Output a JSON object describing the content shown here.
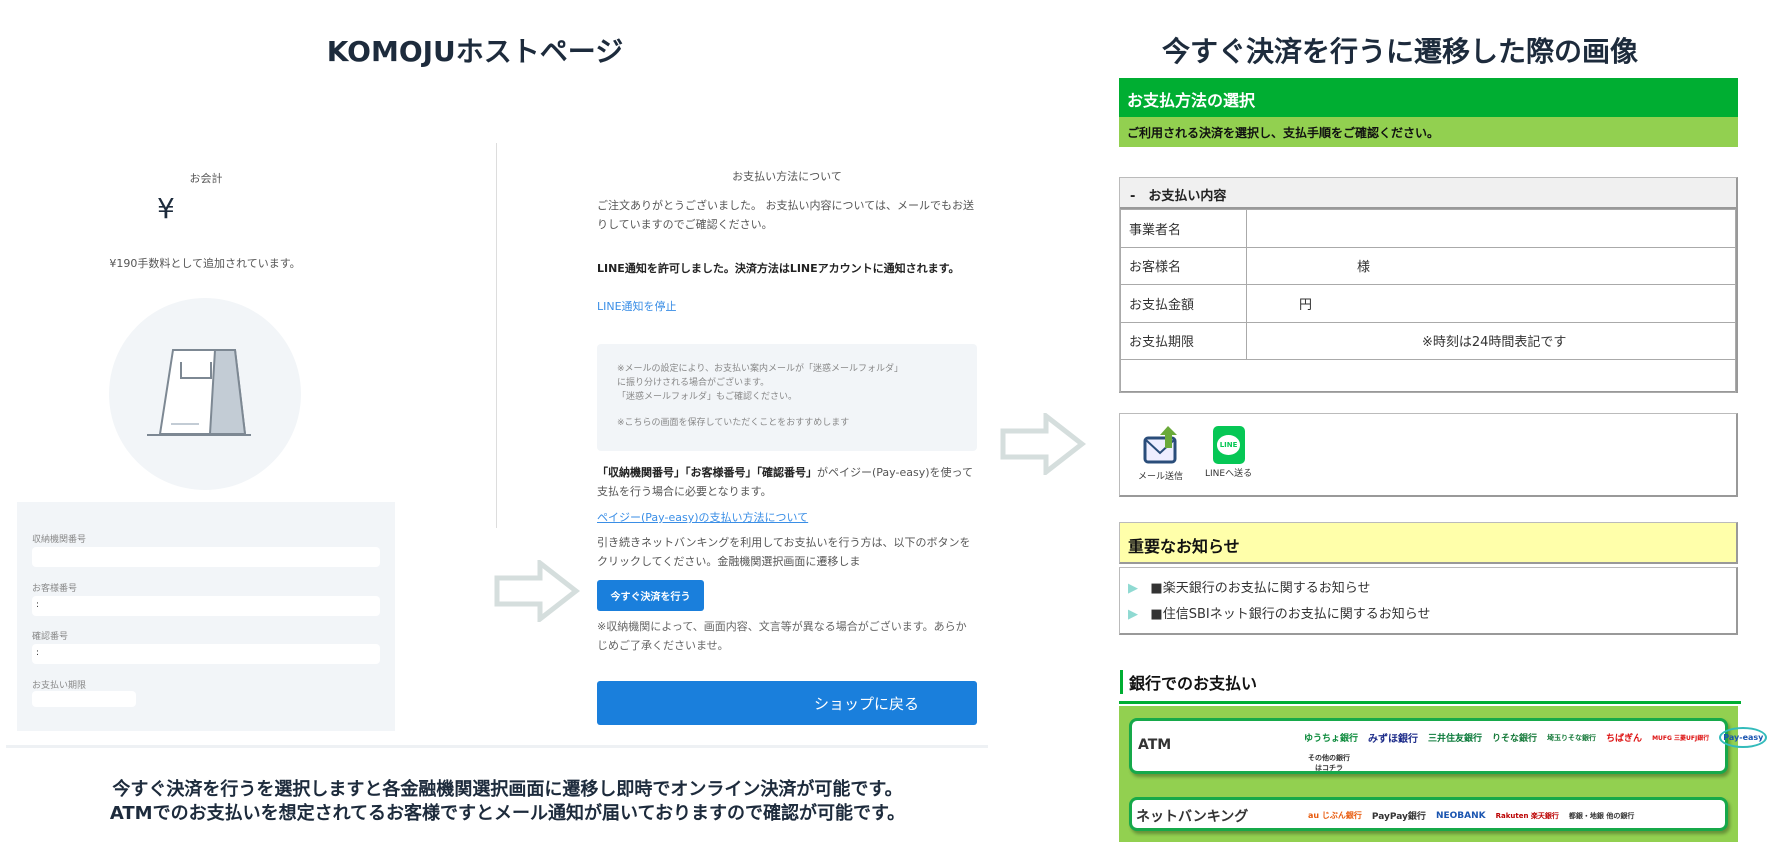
{
  "left_title": "KOMOJUホストページ",
  "right_title": "今すぐ決済を行うに遷移した際の画像",
  "komoju": {
    "checkout_label": "お会計",
    "amount": "¥",
    "fee_note": "¥190手数料として追加されています。",
    "fields": [
      {
        "label": "収納機関番号",
        "value": ""
      },
      {
        "label": "お客様番号",
        "value": ":"
      },
      {
        "label": "確認番号",
        "value": ":"
      },
      {
        "label": "お支払い期限",
        "value": ""
      }
    ],
    "payment_title": "お支払い方法について",
    "thanks": "ご注文ありがとうございました。 お支払い内容については、メールでもお送りしていますのでご確認ください。",
    "line_allowed": "LINE通知を許可しました。決済方法はLINEアカウントに通知されます。",
    "line_stop": "LINE通知を停止",
    "notice_lines": [
      "※メールの設定により、お支払い案内メールが「迷惑メールフォルダ」",
      "に振り分けされる場合がございます。",
      "「迷惑メールフォルダ」もご確認ください。"
    ],
    "notice_save": "※こちらの画面を保存していただくことをおすすめします",
    "required_bold": "「収納機関番号」「お客様番号」「確認番号」",
    "required_rest": "がペイジー(Pay-easy)を使って支払を行う場合に必要となります。",
    "payeasy_link": "ペイジー(Pay-easy)の支払い方法について",
    "netbank_text": "引き続きネットバンキングを利用してお支払いを行う方は、以下のボタンをクリックしてください。金融機関選択画面に遷移しま",
    "pay_now_button": "今すぐ決済を行う",
    "disclaimer": "※収納機関によって、画面内容、文言等が異なる場合がございます。あらかじめご了承くださいませ。",
    "back_button": "ショップに戻る"
  },
  "caption": [
    "今すぐ決済を行うを選択しますと各金融機関選択画面に遷移し即時でオンライン決済が可能です。",
    "ATMでのお支払いを想定されてるお客様ですとメール通知が届いておりますので確認が可能です。"
  ],
  "select": {
    "header": "お支払方法の選択",
    "subheader": "ご利用される決済を選択し、支払手順をご確認ください。",
    "details_header": "-　お支払い内容",
    "rows": [
      {
        "label": "事業者名",
        "value": ""
      },
      {
        "label": "お客様名",
        "value": "様"
      },
      {
        "label": "お支払金額",
        "value": "円"
      },
      {
        "label": "お支払期限",
        "value": "※時刻は24時間表記です"
      }
    ],
    "share": [
      {
        "label": "メール送信",
        "icon": "mail-send-icon"
      },
      {
        "label": "LINEへ送る",
        "icon": "line-icon",
        "badge": "LINE"
      }
    ],
    "notice_header": "重要なお知らせ",
    "notices": [
      "■楽天銀行のお支払に関するお知らせ",
      "■住信SBIネット銀行のお支払に関するお知らせ"
    ],
    "bank_header": "銀行でのお支払い",
    "atm_label": "ATM",
    "atm_banks": [
      "ゆうちょ銀行",
      "みずほ銀行",
      "三井住友銀行",
      "りそな銀行",
      "埼玉りそな銀行",
      "ちばぎん",
      "MUFG 三菱UFJ銀行",
      "Pay-easy"
    ],
    "atm_other": [
      "その他の銀行",
      "はコチラ"
    ],
    "net_label": "ネットバンキング",
    "net_banks": [
      "au じぶん銀行",
      "PayPay銀行",
      "NEOBANK",
      "Rakuten 楽天銀行",
      "都銀・地銀 他の銀行"
    ]
  },
  "colors": {
    "green": "#00ae32",
    "light_green": "#92d050",
    "blue": "#1a7fdc",
    "yellow": "#ffffaa"
  }
}
